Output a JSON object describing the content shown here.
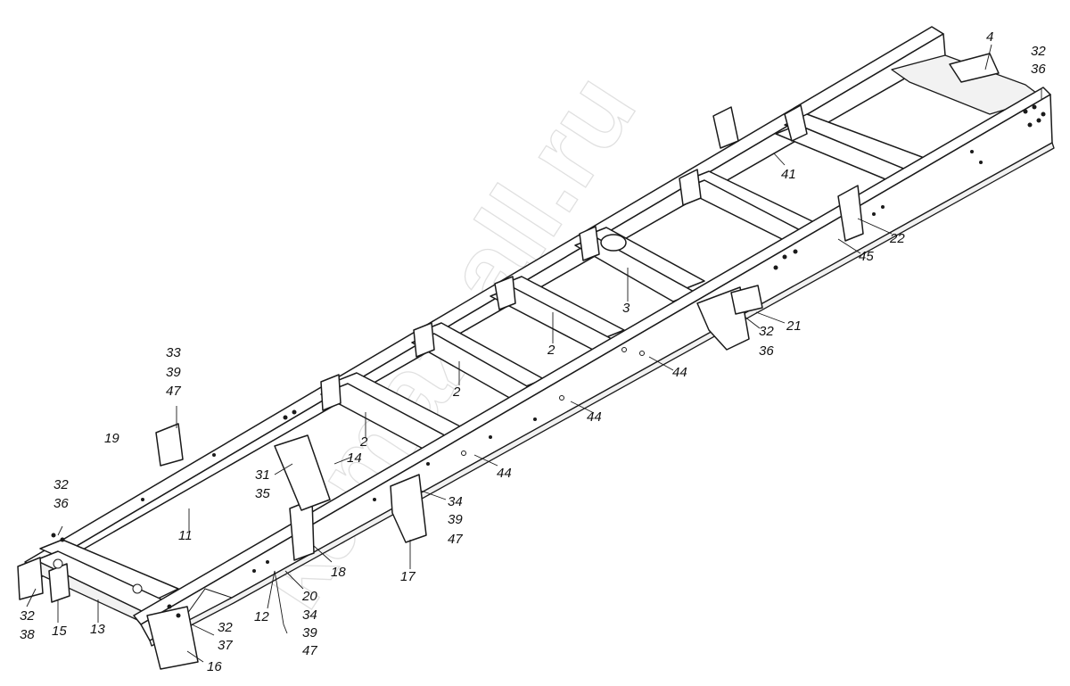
{
  "watermark": "kamaz-all.ru",
  "callouts": [
    {
      "id": "c4",
      "text": "4"
    },
    {
      "id": "c32a",
      "text": "32"
    },
    {
      "id": "c36a",
      "text": "36"
    },
    {
      "id": "c41",
      "text": "41"
    },
    {
      "id": "c22",
      "text": "22"
    },
    {
      "id": "c45",
      "text": "45"
    },
    {
      "id": "c3",
      "text": "3"
    },
    {
      "id": "c21",
      "text": "21"
    },
    {
      "id": "c32b",
      "text": "32"
    },
    {
      "id": "c36b",
      "text": "36"
    },
    {
      "id": "c2a",
      "text": "2"
    },
    {
      "id": "c44a",
      "text": "44"
    },
    {
      "id": "c2b",
      "text": "2"
    },
    {
      "id": "c44b",
      "text": "44"
    },
    {
      "id": "c33",
      "text": "33"
    },
    {
      "id": "c39a",
      "text": "39"
    },
    {
      "id": "c47a",
      "text": "47"
    },
    {
      "id": "c19",
      "text": "19"
    },
    {
      "id": "c2c",
      "text": "2"
    },
    {
      "id": "c14",
      "text": "14"
    },
    {
      "id": "c44c",
      "text": "44"
    },
    {
      "id": "c31",
      "text": "31"
    },
    {
      "id": "c35",
      "text": "35"
    },
    {
      "id": "c34a",
      "text": "34"
    },
    {
      "id": "c39b",
      "text": "39"
    },
    {
      "id": "c47b",
      "text": "47"
    },
    {
      "id": "c32c",
      "text": "32"
    },
    {
      "id": "c36c",
      "text": "36"
    },
    {
      "id": "c11",
      "text": "11"
    },
    {
      "id": "c18",
      "text": "18"
    },
    {
      "id": "c17",
      "text": "17"
    },
    {
      "id": "c20",
      "text": "20"
    },
    {
      "id": "c34b",
      "text": "34"
    },
    {
      "id": "c39c",
      "text": "39"
    },
    {
      "id": "c47c",
      "text": "47"
    },
    {
      "id": "c12",
      "text": "12"
    },
    {
      "id": "c32d",
      "text": "32"
    },
    {
      "id": "c38",
      "text": "38"
    },
    {
      "id": "c15",
      "text": "15"
    },
    {
      "id": "c13",
      "text": "13"
    },
    {
      "id": "c32e",
      "text": "32"
    },
    {
      "id": "c37",
      "text": "37"
    },
    {
      "id": "c16",
      "text": "16"
    }
  ]
}
